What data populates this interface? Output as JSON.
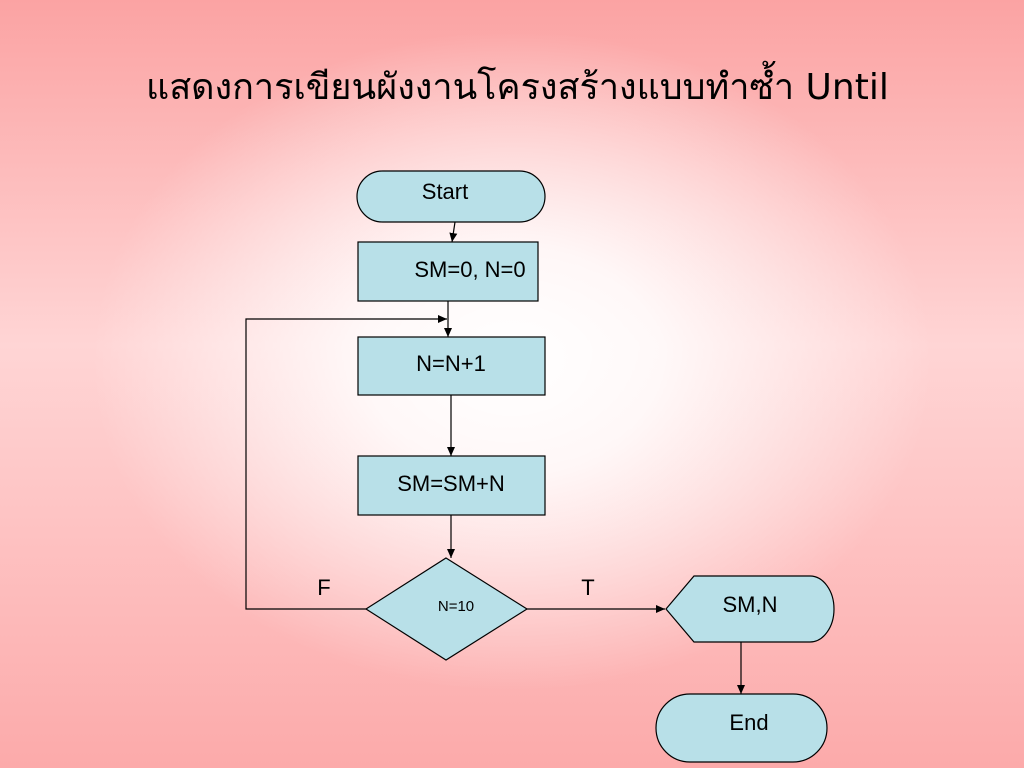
{
  "title": "แสดงการเขียนผังงานโครงสร้างแบบทำซ้ำ Until",
  "colors": {
    "node_fill": "#b8e0e8",
    "node_stroke": "#000000",
    "background": "#ff9d9d"
  },
  "nodes": {
    "start": "Start",
    "init": "SM=0, N=0",
    "increment": "N=N+1",
    "accumulate": "SM=SM+N",
    "condition": "N=10",
    "output": "SM,N",
    "end": "End"
  },
  "edge_labels": {
    "false": "F",
    "true": "T"
  }
}
